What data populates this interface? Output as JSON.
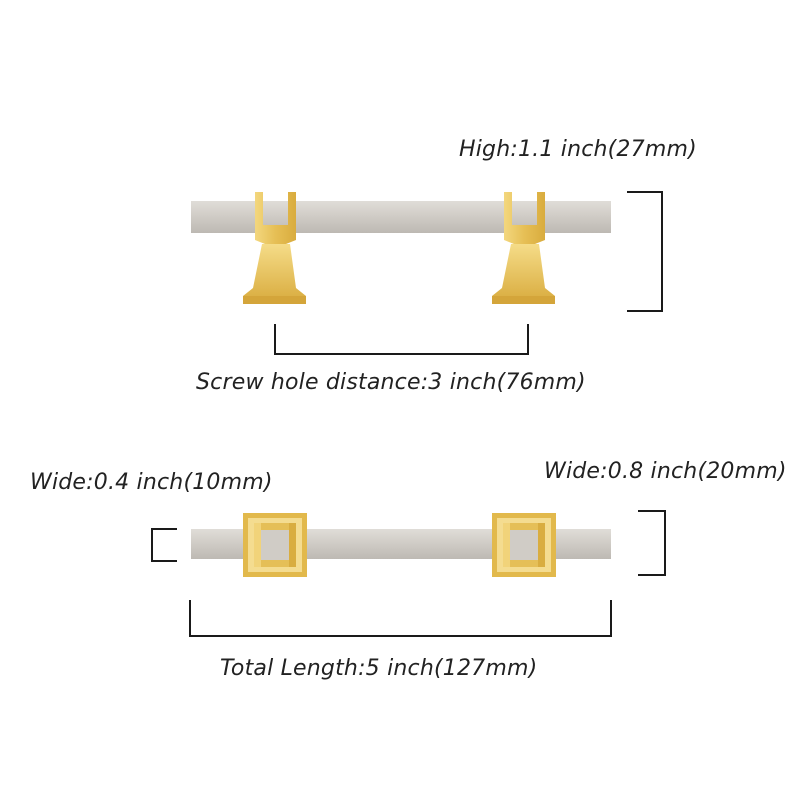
{
  "dimensions": {
    "high": "High:1.1 inch(27mm)",
    "screw_hole_distance": "Screw hole distance:3 inch(76mm)",
    "wide_bar": "Wide:0.4 inch(10mm)",
    "wide_base": "Wide:0.8 inch(20mm)",
    "total_length": "Total Length:5 inch(127mm)"
  },
  "colors": {
    "bar": "#d0ccc6",
    "gold": "#e8c25a",
    "line": "#1a1a1a"
  }
}
